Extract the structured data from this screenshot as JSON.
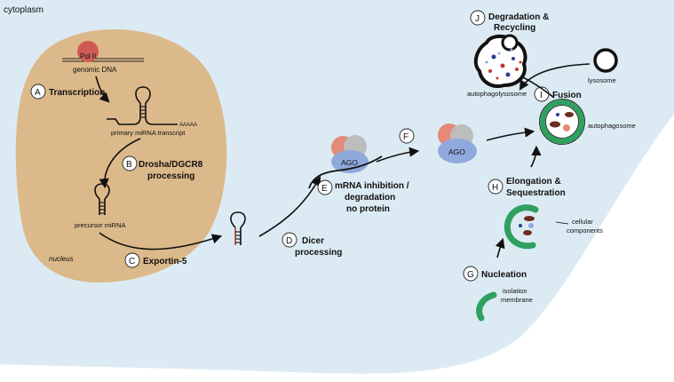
{
  "labels": {
    "cytoplasm": "cytoplasm",
    "nucleus": "nucleus",
    "pol2": "Pol II",
    "genomic_dna": "genomic DNA",
    "primary_transcript": "primary miRNA transcript",
    "poly_a": "AAAAA",
    "precursor": "precursor miRNA",
    "ago": "AGO",
    "lysosome": "lysosome",
    "autophagolysosome": "autophagolysosome",
    "autophagosome": "autophagosome",
    "cellular_components_1": "cellular",
    "cellular_components_2": "components",
    "isolation_membrane_1": "isolation",
    "isolation_membrane_2": "membrane"
  },
  "steps": {
    "A": {
      "letter": "A",
      "line1": "Transcription"
    },
    "B": {
      "letter": "B",
      "line1": "Drosha/DGCR8",
      "line2": "processing"
    },
    "C": {
      "letter": "C",
      "line1": "Exportin-5"
    },
    "D": {
      "letter": "D",
      "line1": "Dicer",
      "line2": "processing"
    },
    "E": {
      "letter": "E",
      "line1": "mRNA inhibition /",
      "line2": "degradation",
      "line3": "no protein"
    },
    "F": {
      "letter": "F"
    },
    "G": {
      "letter": "G",
      "line1": "Nucleation"
    },
    "H": {
      "letter": "H",
      "line1": "Elongation &",
      "line2": "Sequestration"
    },
    "I": {
      "letter": "I",
      "line1": "Fusion"
    },
    "J": {
      "letter": "J",
      "line1": "Degradation &",
      "line2": "Recycling"
    }
  },
  "colors": {
    "cytoplasm": "#dcebf3",
    "nucleus": "#dcb98a",
    "polymerase": "#cf5a55",
    "ago_blue": "#8fa9dd",
    "ago_salmon": "#e38a78",
    "ago_gray": "#bdbdbd",
    "membrane_green": "#2fa05f",
    "hairpin_red": "#c0392b"
  }
}
